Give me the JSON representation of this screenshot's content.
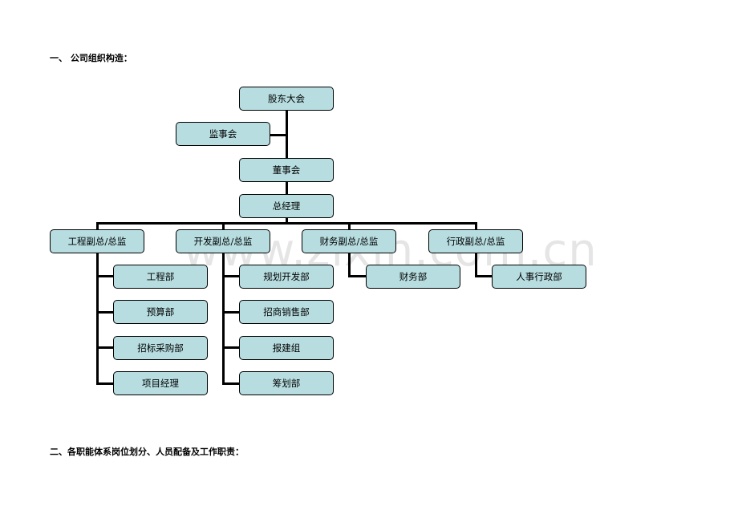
{
  "section1": {
    "heading": "一、   公司组织构造："
  },
  "section2": {
    "heading": "二、各职能体系岗位划分、人员配备及工作职责："
  },
  "watermark": "www.zixin.com.cn",
  "org_chart": {
    "shareholders": "股东大会",
    "supervisory_board": "监事会",
    "board": "董事会",
    "general_manager": "总经理",
    "vp_engineering": "工程副总/总监",
    "vp_development": "开发副总/总监",
    "vp_finance": "财务副总/总监",
    "vp_admin": "行政副总/总监",
    "engineering_depts": [
      "工程部",
      "预算部",
      "招标采购部",
      "项目经理"
    ],
    "development_depts": [
      "规划开发部",
      "招商销售部",
      "报建组",
      "筹划部"
    ],
    "finance_depts": [
      "财务部"
    ],
    "admin_depts": [
      "人事行政部"
    ],
    "box_color": "#b7dde0"
  }
}
